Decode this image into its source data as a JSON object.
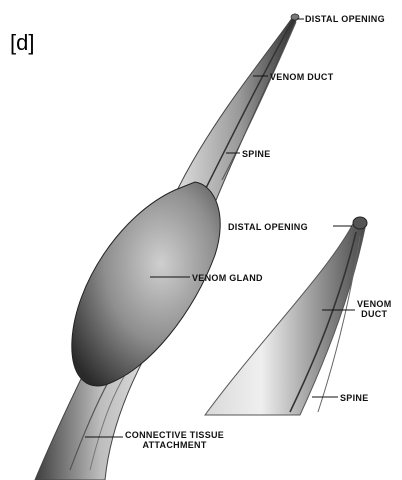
{
  "panel_label": "[d]",
  "labels": {
    "distal_opening_top": "DISTAL OPENING",
    "venom_duct_top": "VENOM DUCT",
    "spine_top": "SPINE",
    "venom_gland": "VENOM GLAND",
    "connective_tissue_line1": "CONNECTIVE TISSUE",
    "connective_tissue_line2": "ATTACHMENT",
    "distal_opening_inset": "DISTAL OPENING",
    "venom_duct_inset_line1": "VENOM",
    "venom_duct_inset_line2": "DUCT",
    "spine_inset": "SPINE"
  },
  "colors": {
    "spine_light": "#e6e6e6",
    "spine_mid": "#9a9a9a",
    "spine_dark": "#3e3e3e",
    "gland_light": "#d2d2d2",
    "gland_dark": "#2c2c2c"
  }
}
